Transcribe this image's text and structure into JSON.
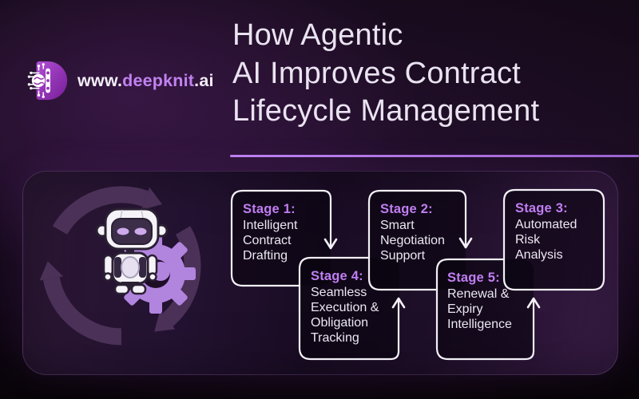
{
  "brand": {
    "www": "www.",
    "name": "deepknit",
    "tld": ".ai"
  },
  "title": {
    "line1": "How Agentic",
    "line2": "AI Improves Contract",
    "line3": "Lifecycle Management"
  },
  "stages": [
    {
      "label": "Stage 1:",
      "line1": "Intelligent",
      "line2": "Contract",
      "line3": "Drafting"
    },
    {
      "label": "Stage 2:",
      "line1": "Smart",
      "line2": "Negotiation",
      "line3": "Support"
    },
    {
      "label": "Stage 3:",
      "line1": "Automated",
      "line2": "Risk",
      "line3": "Analysis"
    },
    {
      "label": "Stage 4:",
      "line1": "Seamless",
      "line2": "Execution &",
      "line3": "Obligation",
      "line4": "Tracking"
    },
    {
      "label": "Stage 5:",
      "line1": "Renewal &",
      "line2": "Expiry",
      "line3": "Intelligence"
    }
  ],
  "flow_order": "Stage 1 > Stage 4 > Stage 2 > Stage 5 > Stage 3",
  "colors": {
    "background": "#150a19",
    "panel": "#23112e",
    "stage_label": "#c07ef2",
    "body_text": "#ece7f2",
    "title_text": "#eae3f1",
    "divider": "#b57be7",
    "arrow_stroke": "#f3f0f7",
    "cycle_arrow": "#4b3157",
    "gear": "#b184de",
    "logo_purple": "#8e2cab",
    "brand_name": "#c182f0"
  }
}
